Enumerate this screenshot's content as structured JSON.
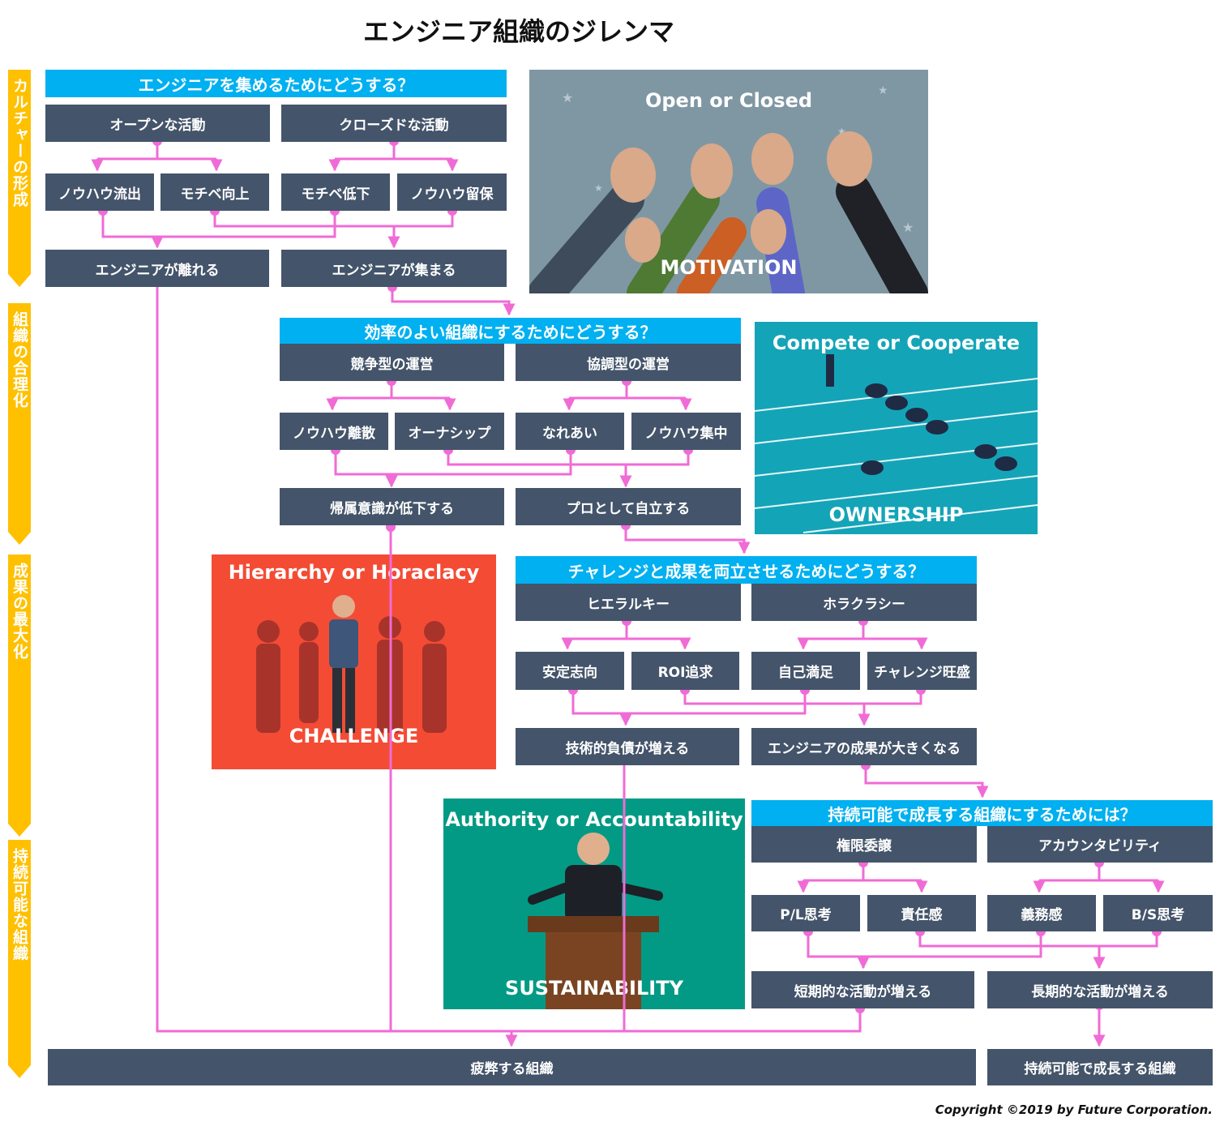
{
  "title": "エンジニア組織のジレンマ",
  "stages": [
    "カルチャーの形成",
    "組織の合理化",
    "成果の最大化",
    "持続可能な組織"
  ],
  "section1": {
    "question": "エンジニアを集めるためにどうする？",
    "left": "オープンな活動",
    "right": "クローズドな活動",
    "l1": "ノウハウ流出",
    "l2": "モチベ向上",
    "r1": "モチベ低下",
    "r2": "ノウハウ留保",
    "outLeft": "エンジニアが離れる",
    "outRight": "エンジニアが集まる"
  },
  "section2": {
    "question": "効率のよい組織にするためにどうする？",
    "left": "競争型の運営",
    "right": "協調型の運営",
    "l1": "ノウハウ離散",
    "l2": "オーナシップ",
    "r1": "なれあい",
    "r2": "ノウハウ集中",
    "outLeft": "帰属意識が低下する",
    "outRight": "プロとして自立する"
  },
  "section3": {
    "question": "チャレンジと成果を両立させるためにどうする？",
    "left": "ヒエラルキー",
    "right": "ホラクラシー",
    "l1": "安定志向",
    "l2": "ROI追求",
    "r1": "自己満足",
    "r2": "チャレンジ旺盛",
    "outLeft": "技術的負債が増える",
    "outRight": "エンジニアの成果が大きくなる"
  },
  "section4": {
    "question": "持続可能で成長する組織にするためには？",
    "left": "権限委譲",
    "right": "アカウンタビリティ",
    "l1": "P/L思考",
    "l2": "責任感",
    "r1": "義務感",
    "r2": "B/S思考",
    "outLeft": "短期的な活動が増える",
    "outRight": "長期的な活動が増える"
  },
  "final": {
    "bad": "疲弊する組織",
    "good": "持続可能で成長する組織"
  },
  "pictures": [
    {
      "top": "Open or Closed",
      "bottom": "MOTIVATION",
      "bg": "#7f97a3"
    },
    {
      "top": "Compete or Cooperate",
      "bottom": "OWNERSHIP",
      "bg": "#14a4b8"
    },
    {
      "top": "Hierarchy or Horaclacy",
      "bottom": "CHALLENGE",
      "bg": "#f44b35"
    },
    {
      "top": "Authority or Accountability",
      "bottom": "SUSTAINABILITY",
      "bg": "#029a84"
    }
  ],
  "copyright": "Copyright ©2019 by Future Corporation.",
  "colors": {
    "header": "#00b0f0",
    "box": "#44546a",
    "connector": "#f06bd6",
    "band": "#ffc000"
  }
}
